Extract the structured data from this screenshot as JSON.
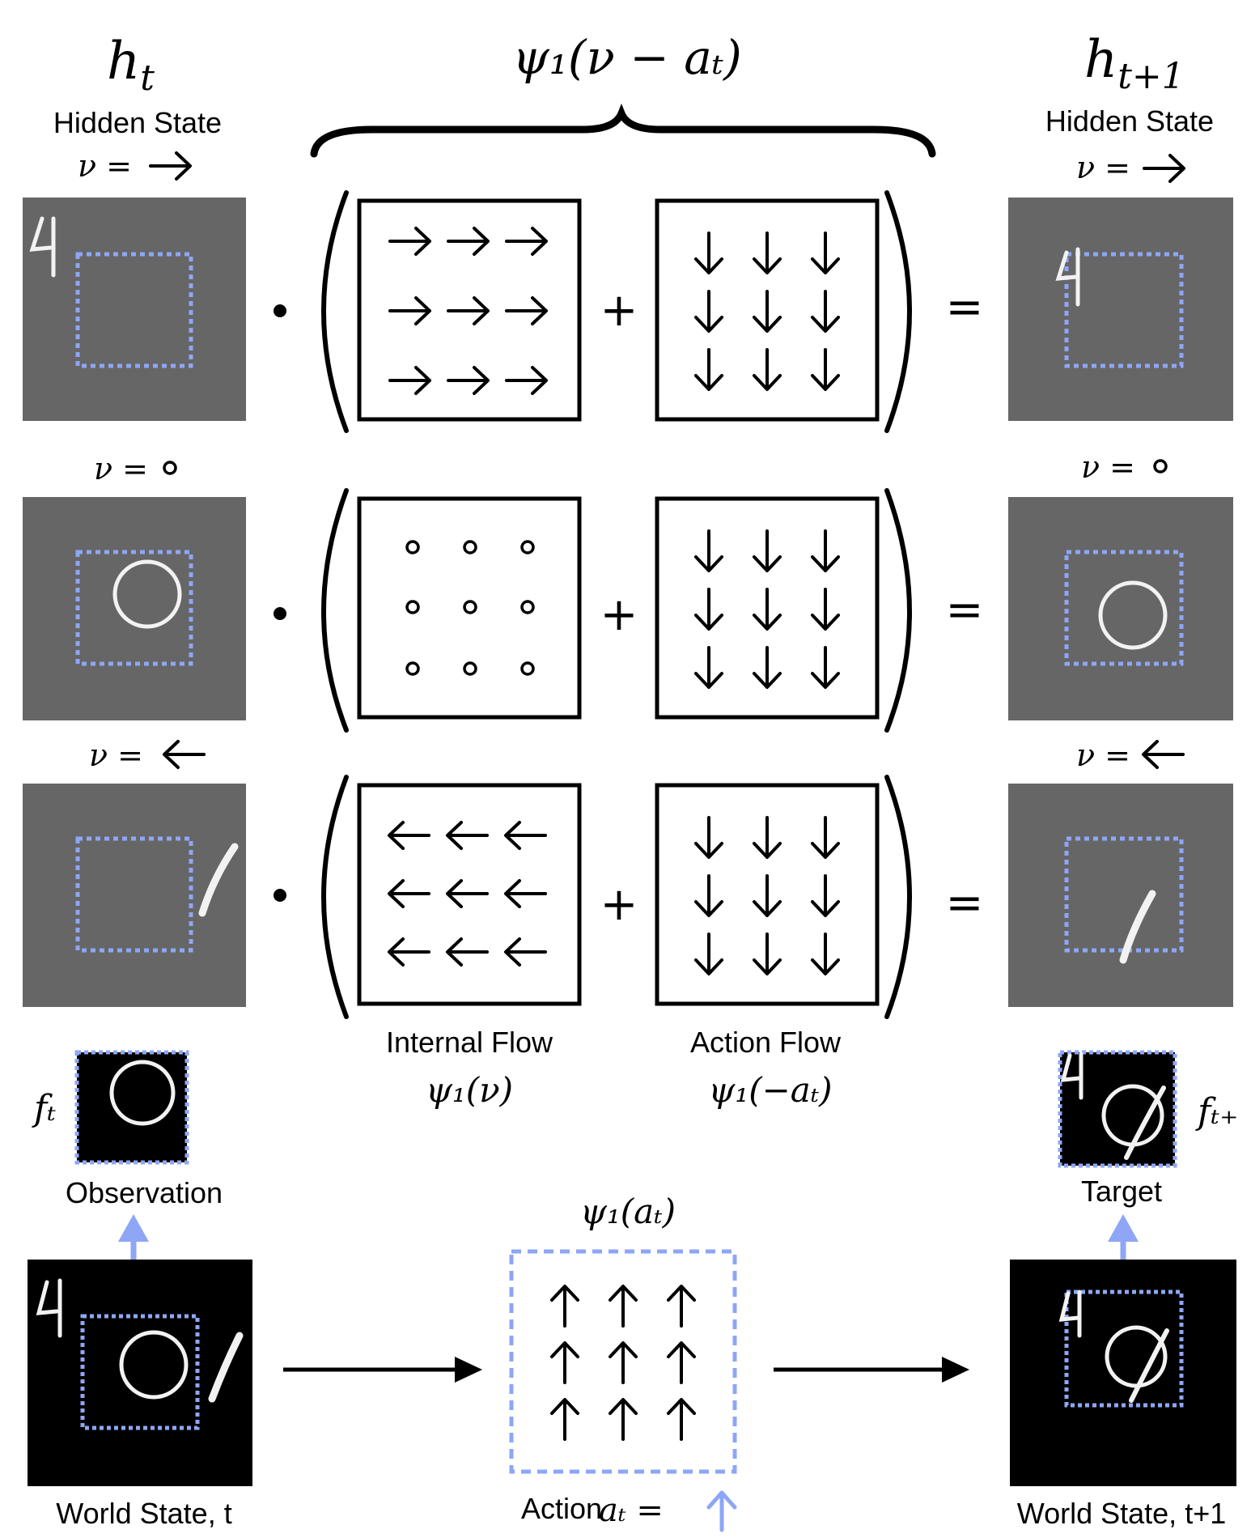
{
  "header": {
    "h_t": "h",
    "h_t_sub": "t",
    "h_t1": "h",
    "h_t1_sub": "t+1",
    "psi_top": "ψ₁(ν − aₜ)",
    "hidden_state_left": "Hidden State",
    "hidden_state_right": "Hidden State"
  },
  "rows": [
    {
      "nu_label": "ν =",
      "nu_symbol": "right-arrow-icon",
      "internal_flow": "right-arrow-icon",
      "action_flow": "down-arrow-icon"
    },
    {
      "nu_label": "ν =",
      "nu_symbol": "circle-icon",
      "internal_flow": "circle-icon",
      "action_flow": "down-arrow-icon"
    },
    {
      "nu_label": "ν =",
      "nu_symbol": "left-arrow-icon",
      "internal_flow": "left-arrow-icon",
      "action_flow": "down-arrow-icon"
    }
  ],
  "operators": {
    "dot": "•",
    "plus": "+",
    "equals": "="
  },
  "flow_labels": {
    "internal": "Internal Flow",
    "internal_math": "ψ₁(ν)",
    "action": "Action Flow",
    "action_math": "ψ₁(−aₜ)"
  },
  "bottom": {
    "f_t": "fₜ",
    "f_t1": "fₜ₊",
    "observation": "Observation",
    "target": "Target",
    "psi_action": "ψ₁(aₜ)",
    "world_state_t": "World State, t",
    "world_state_t1": "World State, t+1",
    "action_label": "Action",
    "action_math": "aₜ ="
  },
  "colors": {
    "accent_blue": "#8ea6f5",
    "panel_gray": "#666666",
    "world_black": "#000000",
    "digit_white": "#f2f2f2"
  }
}
